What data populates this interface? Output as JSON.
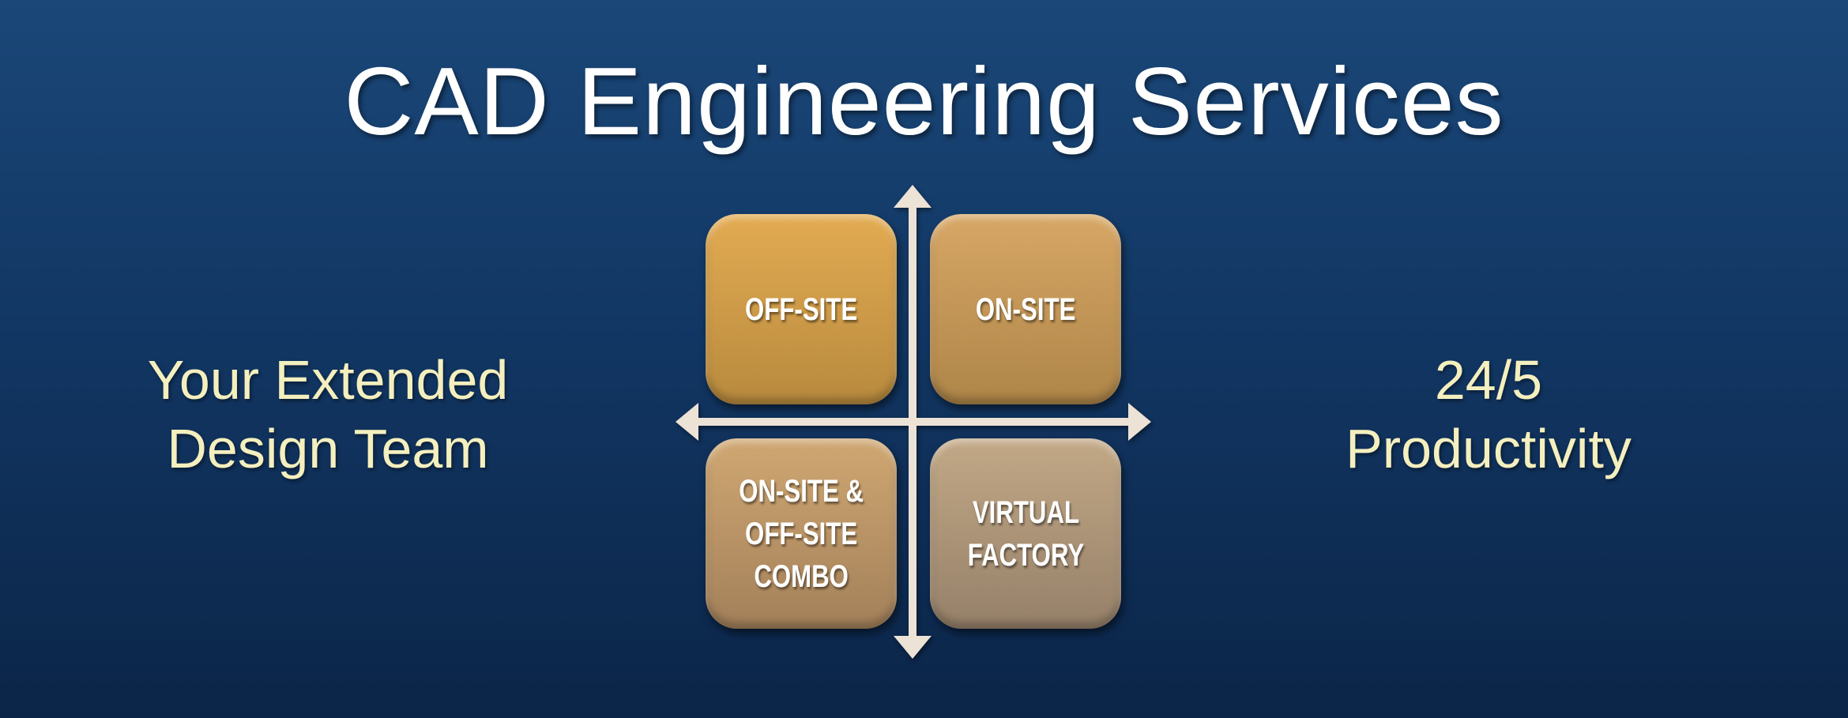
{
  "title": "CAD Engineering Services",
  "left_text": [
    "Your Extended",
    "Design Team"
  ],
  "right_text": [
    "24/5",
    "Productivity"
  ],
  "quadrants": [
    {
      "lines": [
        "OFF-SITE"
      ],
      "color": "#d9a24d"
    },
    {
      "lines": [
        "ON-SITE"
      ],
      "color": "#c99a5a"
    },
    {
      "lines": [
        "ON-SITE &",
        "OFF-SITE",
        "COMBO"
      ],
      "color": "#bb9666"
    },
    {
      "lines": [
        "VIRTUAL",
        "FACTORY"
      ],
      "color": "#ae9678"
    }
  ],
  "colors": {
    "arrow": "#ece2d6",
    "text_accent": "#f4efbe"
  }
}
